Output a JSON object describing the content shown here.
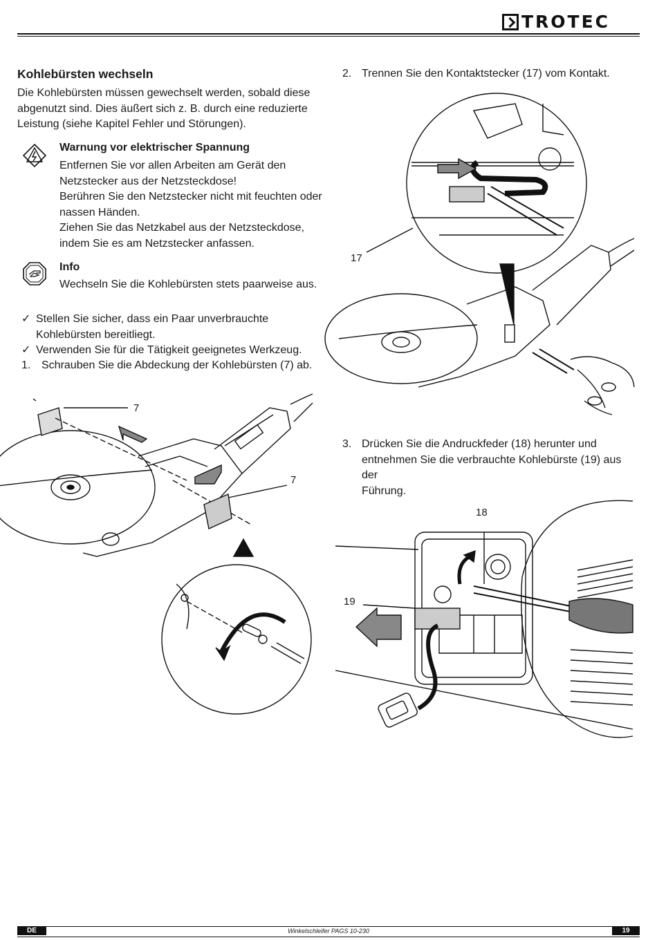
{
  "header": {
    "brand": "TROTEC"
  },
  "left": {
    "heading": "Kohlebürsten wechseln",
    "intro": [
      "Die Kohlebürsten müssen gewechselt werden, sobald diese",
      "abgenutzt sind. Dies äußert sich z. B. durch eine reduzierte",
      "Leistung (siehe Kapitel Fehler und Störungen)."
    ],
    "warning": {
      "icon": "electric-warning-icon",
      "title": "Warnung vor elektrischer Spannung",
      "lines": [
        "Entfernen Sie vor allen Arbeiten am Gerät den",
        "Netzstecker aus der Netzsteckdose!",
        "Berühren Sie den Netzstecker nicht mit feuchten oder",
        "nassen Händen.",
        "Ziehen Sie das Netzkabel aus der Netzsteckdose,",
        "indem Sie es am Netzstecker anfassen."
      ]
    },
    "info": {
      "icon": "info-hand-icon",
      "title": "Info",
      "text": "Wechseln Sie die Kohlebürsten stets paarweise aus."
    },
    "checks": [
      {
        "lines": [
          "Stellen Sie sicher, dass ein Paar unverbrauchte",
          "Kohlebürsten bereitliegt."
        ]
      },
      {
        "lines": [
          "Verwenden Sie für die Tätigkeit geeignetes Werkzeug."
        ]
      }
    ],
    "check_mark": "✓",
    "step1": {
      "num": "1.",
      "text": "Schrauben Sie die Abdeckung der Kohlebürsten (7) ab."
    },
    "figure_labels": {
      "a": "7",
      "b": "7"
    }
  },
  "right": {
    "step2": {
      "num": "2.",
      "text": "Trennen Sie den Kontaktstecker (17) vom Kontakt."
    },
    "figure2_label": "17",
    "step3": {
      "num": "3.",
      "lines": [
        "Drücken Sie die Andruckfeder (18) herunter und",
        "entnehmen Sie die verbrauchte Kohlebürste (19) aus der",
        "Führung."
      ]
    },
    "figure3_labels": {
      "a": "18",
      "b": "19"
    }
  },
  "footer": {
    "lang": "DE",
    "title": "Winkelschleifer PAGS 10-230",
    "page": "19"
  }
}
